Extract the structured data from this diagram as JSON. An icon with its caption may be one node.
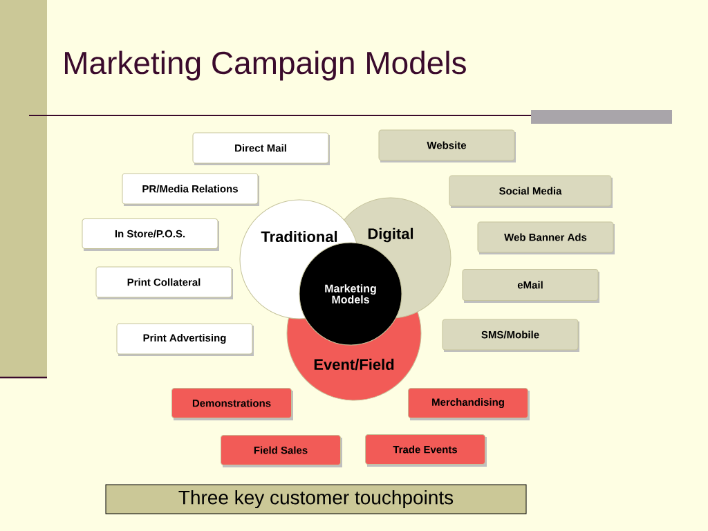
{
  "diagram": {
    "title": "Marketing Campaign Models",
    "caption": "Three key customer touchpoints",
    "nodes": [
      {
        "text": [
          "Traditional"
        ]
      },
      {
        "text": [
          "Digital"
        ]
      },
      {
        "text": [
          "Event/Field"
        ]
      },
      {
        "text": [
          "Marketing Models"
        ]
      },
      {
        "text": [
          "Direct Mail"
        ]
      },
      {
        "text": [
          "PR/Media Relations"
        ]
      },
      {
        "text": [
          "In Store/P.O.S."
        ]
      },
      {
        "text": [
          "Print Collateral"
        ]
      },
      {
        "text": [
          "Print Advertising"
        ]
      },
      {
        "text": [
          "Website"
        ]
      },
      {
        "text": [
          "Social Media"
        ]
      },
      {
        "text": [
          "Web Banner Ads"
        ]
      },
      {
        "text": [
          "eMail"
        ]
      },
      {
        "text": [
          "SMS/Mobile"
        ]
      },
      {
        "text": [
          "Demonstrations"
        ]
      },
      {
        "text": [
          "Merchandising"
        ]
      },
      {
        "text": [
          "Field Sales"
        ]
      },
      {
        "text": [
          "Trade Events"
        ]
      }
    ]
  }
}
